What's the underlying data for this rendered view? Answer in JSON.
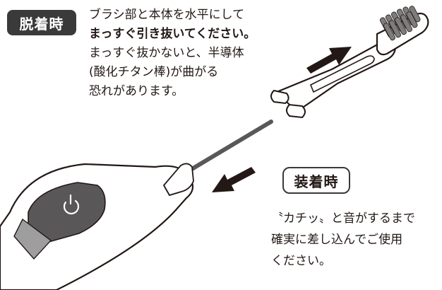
{
  "detach": {
    "badge": "脱着時",
    "line1": "ブラシ部と本体を水平にして",
    "line2": "まっすぐ引き抜いてください。",
    "line3": "まっすぐ抜かないと、半導体",
    "line4": "(酸化チタン棒)が曲がる",
    "line5": "恐れがあります。"
  },
  "attach": {
    "badge": "装着時",
    "line1": "〝カチッ〟と音がするまで",
    "line2": "確実に差し込んでご使用",
    "line3": "ください。"
  },
  "colors": {
    "ink": "#231815",
    "badge_dark": "#3a3a3a",
    "body_panel": "#595757",
    "body_stripe": "#9e9e9f",
    "bristles": "#7d7d7d"
  },
  "icons": [
    "power-icon",
    "arrow-up-right-icon",
    "arrow-down-left-icon"
  ]
}
